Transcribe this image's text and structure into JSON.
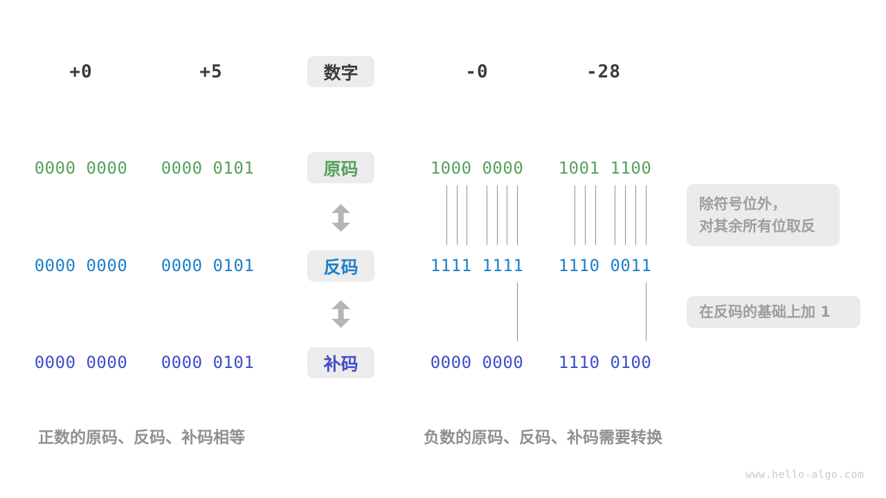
{
  "header": {
    "col1": "+0",
    "col2": "+5",
    "label": "数字",
    "col3": "-0",
    "col4": "-28"
  },
  "rows": {
    "sign": {
      "label": "原码",
      "values": [
        "0000 0000",
        "0000 0101",
        "1000 0000",
        "1001 1100"
      ]
    },
    "ones": {
      "label": "反码",
      "values": [
        "0000 0000",
        "0000 0101",
        "1111 1111",
        "1110 0011"
      ]
    },
    "twos": {
      "label": "补码",
      "values": [
        "0000 0000",
        "0000 0101",
        "0000 0000",
        "1110 0100"
      ]
    }
  },
  "annotations": {
    "flip": "除符号位外，\n对其余所有位取反",
    "add_one": "在反码的基础上加 1"
  },
  "captions": {
    "positive": "正数的原码、反码、补码相等",
    "negative": "负数的原码、反码、补码需要转换"
  },
  "watermark": "www.hello-algo.com",
  "colors": {
    "sign_magnitude": "#56a05e",
    "ones_complement": "#1c80c8",
    "twos_complement": "#3d4dc9",
    "pill_background": "#ececec",
    "note_background": "#ebebeb",
    "note_text": "#9d9d9d",
    "caption_text": "#8f8f8f",
    "arrow": "#b5b5b5",
    "header_text": "#3b3b3b"
  }
}
